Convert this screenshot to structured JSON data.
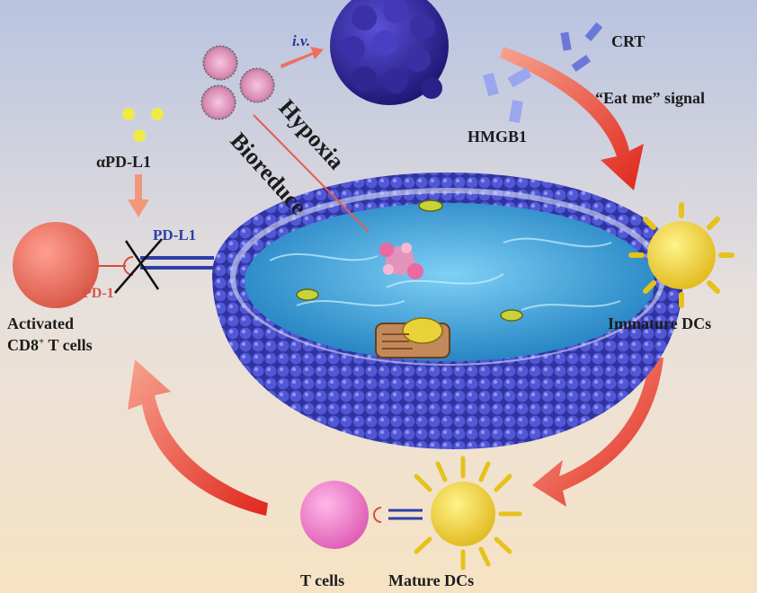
{
  "labels": {
    "iv": "i.v.",
    "crt": "CRT",
    "eat_me": "“Eat me” signal",
    "hmgb1": "HMGB1",
    "hypoxia": "Hypoxia",
    "bioreduce": "Bioreduce",
    "apdl1": "αPD-L1",
    "pdl1": "PD-L1",
    "pd1": "PD-1",
    "activated": "Activated",
    "cd8_prefix": "CD8",
    "cd8_sup": "+",
    "cd8_suffix": " T cells",
    "immature": "Immature DCs",
    "tcells": "T cells",
    "mature": "Mature DCs"
  },
  "colors": {
    "bg_top": "#b9c3e0",
    "bg_bottom": "#f6e2c6",
    "sphere": "#3b3fb8",
    "tumor": "#2a1f8a",
    "water": "#3aa9e0",
    "arrow": "#e23a2a",
    "t_cell_activated": "#f07a6a",
    "t_cell": "#f07ac8",
    "dc": "#f3d63a",
    "antibody": "#e8e84a",
    "nano": "#e8a8c8"
  }
}
